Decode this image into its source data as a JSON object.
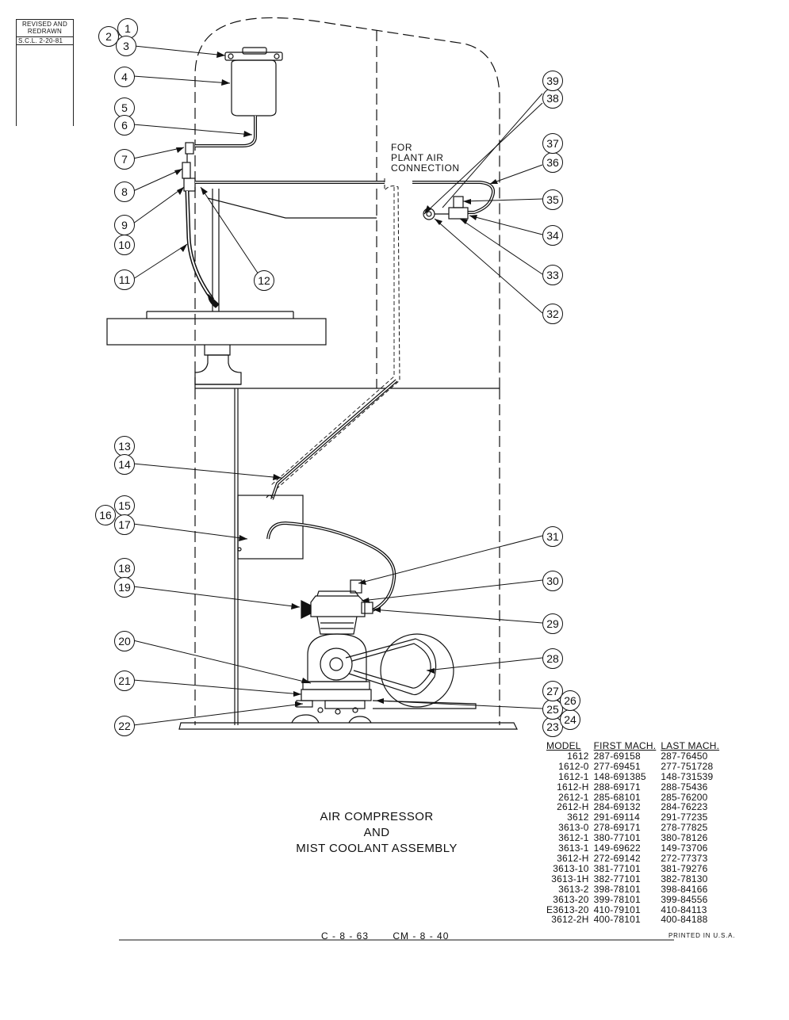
{
  "revision": {
    "line1": "REVISED  AND",
    "line1b": "REDRAWN",
    "line2": "S.C.L.   2-20-81"
  },
  "title": {
    "line1": "AIR COMPRESSOR",
    "line2": "AND",
    "line3": "MIST COOLANT ASSEMBLY"
  },
  "note": {
    "line1": "FOR",
    "line2": "PLANT  AIR",
    "line3": "CONNECTION"
  },
  "callouts": [
    "1",
    "2",
    "3",
    "4",
    "5",
    "6",
    "7",
    "8",
    "9",
    "10",
    "11",
    "12",
    "13",
    "14",
    "15",
    "16",
    "17",
    "18",
    "19",
    "20",
    "21",
    "22",
    "23",
    "24",
    "25",
    "26",
    "27",
    "28",
    "29",
    "30",
    "31",
    "32",
    "33",
    "34",
    "35",
    "36",
    "37",
    "38",
    "39"
  ],
  "table": {
    "headers": [
      "MODEL",
      "FIRST MACH.",
      "LAST MACH."
    ],
    "rows": [
      [
        "1612",
        "287-69158",
        "287-76450"
      ],
      [
        "1612-0",
        "277-69451",
        "277-751728"
      ],
      [
        "1612-1",
        "148-691385",
        "148-731539"
      ],
      [
        "1612-H",
        "288-69171",
        "288-75436"
      ],
      [
        "2612-1",
        "285-68101",
        "285-76200"
      ],
      [
        "2612-H",
        "284-69132",
        "284-76223"
      ],
      [
        "3612",
        "291-69114",
        "291-77235"
      ],
      [
        "3613-0",
        "278-69171",
        "278-77825"
      ],
      [
        "3612-1",
        "380-77101",
        "380-78126"
      ],
      [
        "3613-1",
        "149-69622",
        "149-73706"
      ],
      [
        "3612-H",
        "272-69142",
        "272-77373"
      ],
      [
        "3613-10",
        "381-77101",
        "381-79276"
      ],
      [
        "3613-1H",
        "382-77101",
        "382-78130"
      ],
      [
        "3613-2",
        "398-78101",
        "398-84166"
      ],
      [
        "3613-20",
        "399-78101",
        "399-84556"
      ],
      [
        "E3613-20",
        "410-79101",
        "410-84113"
      ],
      [
        "3612-2H",
        "400-78101",
        "400-84188"
      ]
    ]
  },
  "footer": {
    "code1": "C - 8 - 63",
    "code2": "CM - 8 - 40",
    "printed": "PRINTED  IN  U.S.A."
  }
}
